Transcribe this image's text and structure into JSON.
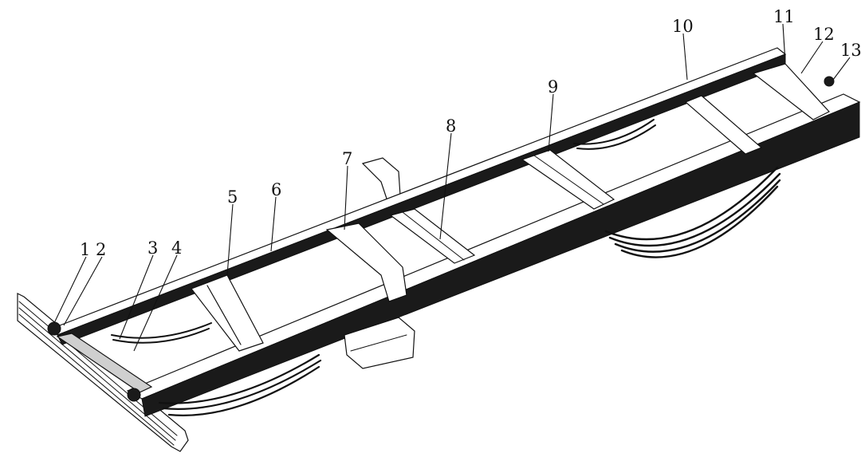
{
  "diagram": {
    "callouts": [
      {
        "id": "1",
        "label": "1"
      },
      {
        "id": "2",
        "label": "2"
      },
      {
        "id": "3",
        "label": "3"
      },
      {
        "id": "4",
        "label": "4"
      },
      {
        "id": "5",
        "label": "5"
      },
      {
        "id": "6",
        "label": "6"
      },
      {
        "id": "7",
        "label": "7"
      },
      {
        "id": "8",
        "label": "8"
      },
      {
        "id": "9",
        "label": "9"
      },
      {
        "id": "10",
        "label": "10"
      },
      {
        "id": "11",
        "label": "11"
      },
      {
        "id": "12",
        "label": "12"
      },
      {
        "id": "13",
        "label": "13"
      }
    ]
  },
  "colors": {
    "ink": "#111111",
    "paper": "#ffffff",
    "shade": "#1a1a1a"
  }
}
